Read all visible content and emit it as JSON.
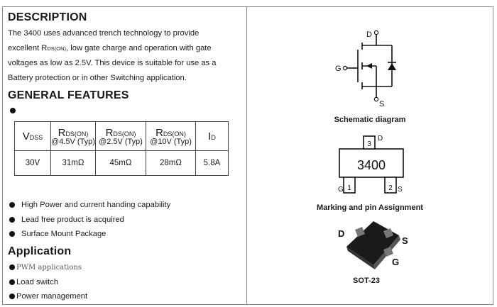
{
  "description": {
    "heading": "DESCRIPTION",
    "line1": "The 3400 uses advanced trench technology to provide",
    "line2_pre": "excellent R",
    "line2_sub": "DS(ON)",
    "line2_post": ", low gate charge and operation with gate",
    "line3": "voltages as low as 2.5V. This device is suitable for use as a",
    "line4": "Battery protection or in other Switching application."
  },
  "features": {
    "heading": "GENERAL FEATURES",
    "table": {
      "headers": [
        {
          "big": "V",
          "sub": "DSS",
          "cond": ""
        },
        {
          "big": "R",
          "sub": "DS(ON)",
          "cond": "@4.5V (Typ)"
        },
        {
          "big": "R",
          "sub": "DS(ON)",
          "cond": "@2.5V (Typ)"
        },
        {
          "big": "R",
          "sub": "DS(ON)",
          "cond": "@10V (Typ)"
        },
        {
          "big": "I",
          "sub": "D",
          "cond": ""
        }
      ],
      "values": [
        "30V",
        "31mΩ",
        "45mΩ",
        "28mΩ",
        "5.8A"
      ]
    },
    "items": [
      "High Power and current handing capability",
      "Lead free product is acquired",
      "Surface Mount Package"
    ]
  },
  "application": {
    "heading": "Application",
    "items": [
      "PWM applications",
      "Load switch",
      "Power management"
    ]
  },
  "schematic": {
    "caption": "Schematic diagram",
    "pin_d": "D",
    "pin_g": "G",
    "pin_s": "S"
  },
  "marking": {
    "caption": "Marking and pin Assignment",
    "part": "3400",
    "pin_top_num": "3",
    "pin_top_name": "D",
    "pin_left_name": "G",
    "pin_left_num": "1",
    "pin_right_num": "2",
    "pin_right_name": "S"
  },
  "package": {
    "caption": "SOT-23",
    "pin_d": "D",
    "pin_s": "S",
    "pin_g": "G"
  }
}
